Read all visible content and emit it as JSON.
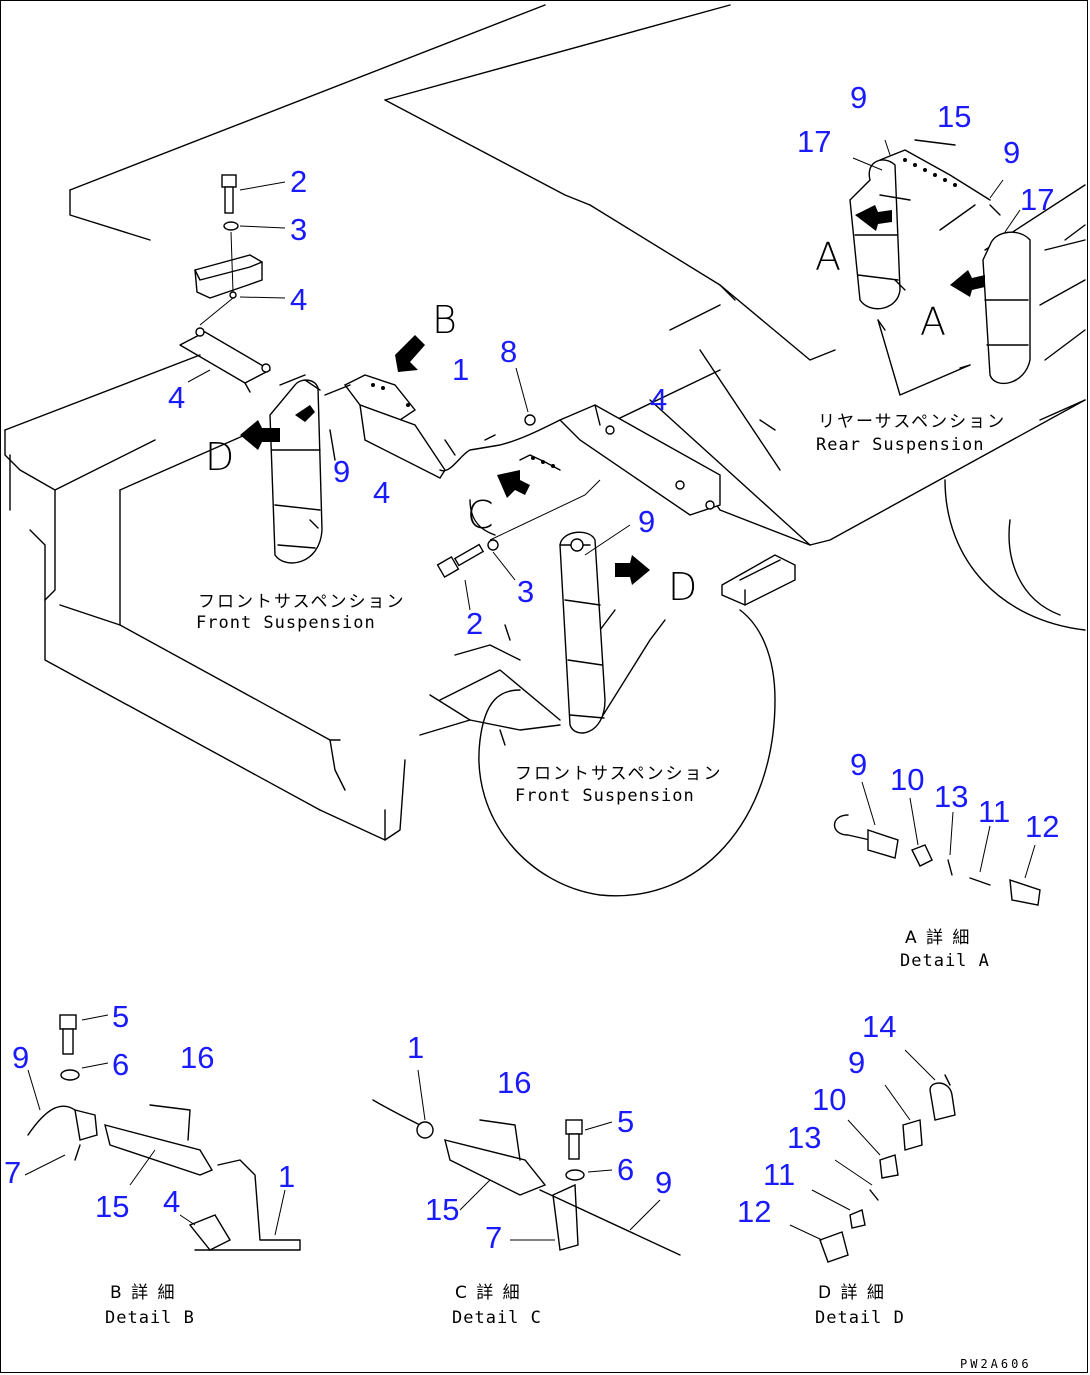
{
  "view_letters": [
    "A",
    "A",
    "B",
    "C",
    "D",
    "D"
  ],
  "captions": {
    "front_suspension_left": {
      "jp": "フロントサスペンション",
      "en": "Front Suspension"
    },
    "front_suspension_right": {
      "jp": "フロントサスペンション",
      "en": "Front Suspension"
    },
    "rear_suspension": {
      "jp": "リヤーサスペンション",
      "en": "Rear Suspension"
    },
    "detail_a": {
      "jp": "A 詳 細",
      "en": "Detail A"
    },
    "detail_b": {
      "jp": "B 詳 細",
      "en": "Detail B"
    },
    "detail_c": {
      "jp": "C 詳 細",
      "en": "Detail C"
    },
    "detail_d": {
      "jp": "D 詳 細",
      "en": "Detail D"
    }
  },
  "main_callouts": [
    "2",
    "3",
    "4",
    "4",
    "9",
    "4",
    "1",
    "8",
    "4",
    "9",
    "3",
    "2"
  ],
  "rear_callouts": [
    "9",
    "15",
    "17",
    "9",
    "17"
  ],
  "detail_a_callouts": [
    "9",
    "10",
    "13",
    "11",
    "12"
  ],
  "detail_b_callouts": [
    "5",
    "9",
    "6",
    "16",
    "7",
    "1",
    "15",
    "4"
  ],
  "detail_c_callouts": [
    "1",
    "16",
    "5",
    "6",
    "9",
    "15",
    "7"
  ],
  "detail_d_callouts": [
    "14",
    "9",
    "10",
    "13",
    "11",
    "12"
  ],
  "drawing_code": "PW2A606",
  "colors": {
    "callout": "#1a1aff",
    "line": "#000000",
    "background": "#ffffff"
  }
}
